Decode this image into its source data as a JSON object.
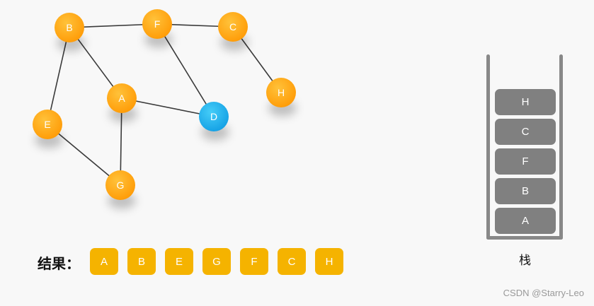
{
  "graph": {
    "nodes": [
      {
        "id": "B",
        "label": "B",
        "state": "visited"
      },
      {
        "id": "F",
        "label": "F",
        "state": "visited"
      },
      {
        "id": "C",
        "label": "C",
        "state": "visited"
      },
      {
        "id": "A",
        "label": "A",
        "state": "visited"
      },
      {
        "id": "H",
        "label": "H",
        "state": "visited"
      },
      {
        "id": "E",
        "label": "E",
        "state": "visited"
      },
      {
        "id": "D",
        "label": "D",
        "state": "current"
      },
      {
        "id": "G",
        "label": "G",
        "state": "visited"
      }
    ],
    "edges": [
      [
        "B",
        "F"
      ],
      [
        "F",
        "C"
      ],
      [
        "B",
        "A"
      ],
      [
        "B",
        "E"
      ],
      [
        "F",
        "D"
      ],
      [
        "C",
        "H"
      ],
      [
        "A",
        "D"
      ],
      [
        "A",
        "G"
      ],
      [
        "E",
        "G"
      ]
    ],
    "colors": {
      "visited": "#ffa40f",
      "current": "#1fb5ee",
      "edge": "#3a3a3a"
    }
  },
  "result": {
    "label": "结果：",
    "items": [
      "A",
      "B",
      "E",
      "G",
      "F",
      "C",
      "H"
    ],
    "color": "#f5b300"
  },
  "stack": {
    "label": "栈",
    "items_top_to_bottom": [
      "H",
      "C",
      "F",
      "B",
      "A"
    ],
    "color": "#808080"
  },
  "watermark": "CSDN @Starry-Leo"
}
